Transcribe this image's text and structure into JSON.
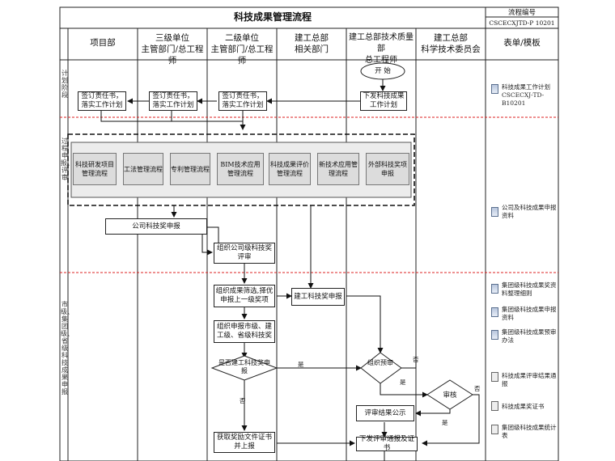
{
  "title": "科技成果管理流程",
  "flow_no_label": "流程编号",
  "flow_no": "CSCECXJTD-P 10201",
  "columns": [
    {
      "l1": "项目部",
      "l2": ""
    },
    {
      "l1": "三级单位",
      "l2": "主管部门/总工程师"
    },
    {
      "l1": "二级单位",
      "l2": "主管部门/总工程师"
    },
    {
      "l1": "建工总部",
      "l2": "相关部门"
    },
    {
      "l1": "建工总部技术质量部",
      "l2": "总工程师"
    },
    {
      "l1": "建工总部",
      "l2": "科学技术委员会"
    },
    {
      "l1": "表单/模板",
      "l2": ""
    }
  ],
  "phases": [
    {
      "label": "计划阶段"
    },
    {
      "label": "过程申报、评审"
    },
    {
      "label": "市级、集团级、省级科技成果申报"
    }
  ],
  "nodes": {
    "start": "开 始",
    "issue": "下发科技成果工作计划",
    "sign_l2": "签订责任书，落实工作计划",
    "sign_l3": "签订责任书，落实工作计划",
    "sign_pd": "签订责任书，落实工作计划",
    "company_award": "公司科技奖申报",
    "org_review": "组织公司级科技奖评审",
    "select": "组织成果筛选,择优申报上一级奖项",
    "org_apply": "组织申报市级、建工级、省级科技奖",
    "decision": "是否建工科技奖申报",
    "jg_apply": "建工科技奖申报",
    "pre_review": "组织预审",
    "audit": "审核",
    "publicize": "评审结果公示",
    "obtain": "获取奖励文件证书并上报",
    "issue_notice": "下发评审通报及证书"
  },
  "processes": [
    "科技研发项目管理流程",
    "工法管理流程",
    "专利管理流程",
    "BIM技术应用管理流程",
    "科技成果评价管理流程",
    "新技术应用管理流程",
    "外部科技奖项申报"
  ],
  "edge_labels": {
    "yes": "是",
    "no": "否"
  },
  "templates": [
    {
      "text": "科技成果工作计划 CSCECXJ-TD-B10201"
    },
    {
      "text": "公司及科技成果申报资料"
    },
    {
      "text": "集团级科技成果奖资料整理细则"
    },
    {
      "text": "集团级科技成果申报资料"
    },
    {
      "text": "集团级科技成果预审办法"
    },
    {
      "text": "科技成果评审结果通报"
    },
    {
      "text": "科技成果奖证书"
    },
    {
      "text": "集团级科技成果统计表"
    }
  ]
}
